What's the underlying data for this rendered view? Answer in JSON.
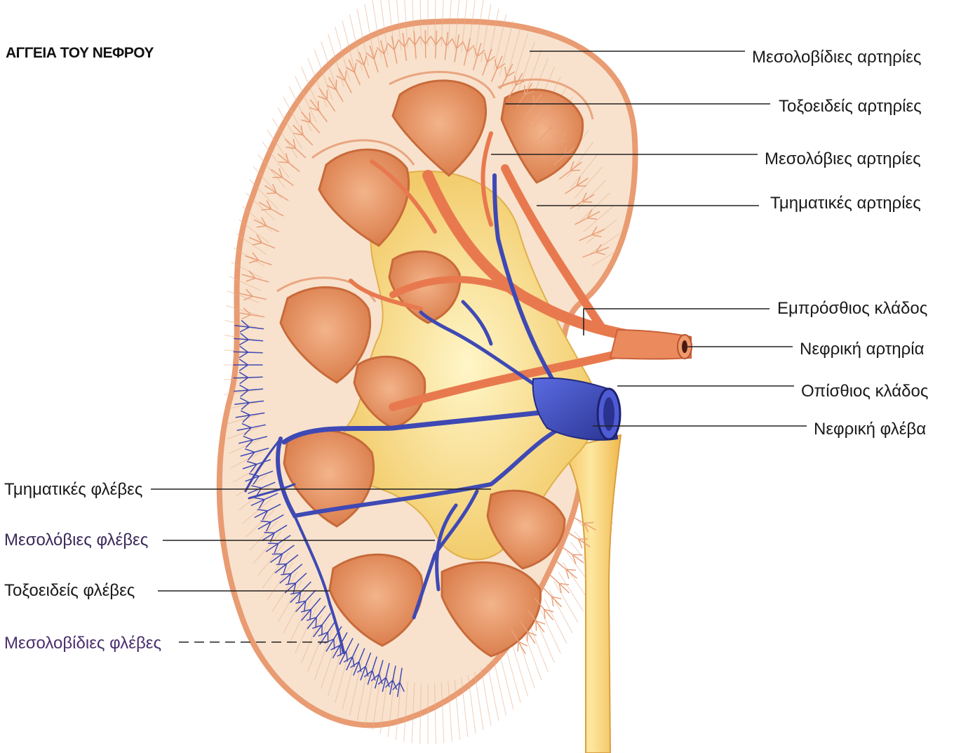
{
  "title": "ΑΓΓΕΙΑ ΤΟΥ ΝΕΦΡΟΥ",
  "labels_right": [
    "Μεσολοβίδιες αρτηρίες",
    "Τοξοειδείς αρτηρίες",
    "Μεσολόβιες αρτηρίες",
    "Τμηματικές αρτηρίες",
    "Εμπρόσθιος κλάδος",
    "Νεφρική αρτηρία",
    "Οπίσθιος κλάδος",
    "Νεφρική φλέβα"
  ],
  "labels_left": [
    "Τμηματικές φλέβες",
    "Μεσολόβιες φλέβες",
    "Τοξοειδείς φλέβες",
    "Μεσολοβίδιες φλέβες"
  ],
  "colors": {
    "cortex": "#f7dcc4",
    "capsule": "#eca27a",
    "pyramid": "#e48c5a",
    "artery": "#e97f55",
    "vein": "#3f49b4",
    "pelvis": "#f7d26a",
    "label_purple": "#4a2f6e"
  }
}
